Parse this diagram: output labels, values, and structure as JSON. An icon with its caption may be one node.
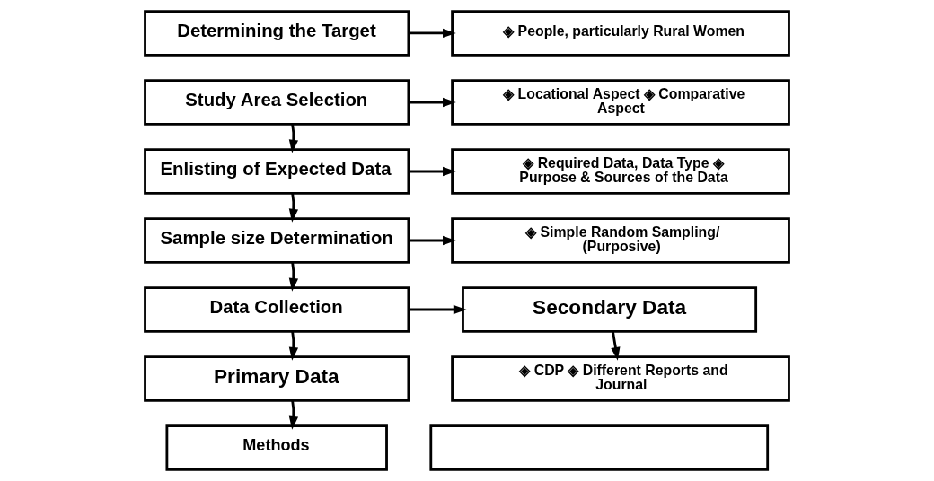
{
  "diagram": {
    "nodes": [
      {
        "text": [
          "Determining the Target"
        ]
      },
      {
        "text": [
          "◈ People, particularly Rural Women"
        ]
      },
      {
        "text": [
          "Study Area Selection"
        ]
      },
      {
        "text": [
          "◈ Locational Aspect ◈ Comparative Aspect"
        ]
      },
      {
        "text": [
          "Enlisting of Expected Data"
        ]
      },
      {
        "text": [
          "◈ Required Data, Data Type ◈ Purpose & Sources of the Data"
        ]
      },
      {
        "text": [
          "Sample size Determination"
        ]
      },
      {
        "text": [
          "◈ Simple Random Sampling/ (Purposive)"
        ]
      },
      {
        "text": [
          "Data Collection"
        ]
      },
      {
        "text": [
          "Secondary Data"
        ]
      },
      {
        "text": [
          "Primary Data"
        ]
      },
      {
        "text": [
          "◈ CDP ◈ Different Reports and Journal"
        ]
      },
      {
        "text": [
          "Methods"
        ]
      },
      {
        "text": [],
        "shape": "box"
      }
    ],
    "edges": [
      {
        "from": 0,
        "to": 1,
        "arrow": "to"
      },
      {
        "from": 2,
        "to": 3,
        "arrow": "to"
      },
      {
        "from": 2,
        "to": 4,
        "arrow": "to"
      },
      {
        "from": 4,
        "to": 5,
        "arrow": "to"
      },
      {
        "from": 4,
        "to": 6,
        "arrow": "to"
      },
      {
        "from": 6,
        "to": 7,
        "arrow": "to"
      },
      {
        "from": 6,
        "to": 8,
        "arrow": "to"
      },
      {
        "from": 8,
        "to": 9,
        "arrow": "to"
      },
      {
        "from": 8,
        "to": 10,
        "arrow": "to"
      },
      {
        "from": 9,
        "to": 11,
        "arrow": "to"
      },
      {
        "from": 10,
        "to": 12,
        "arrow": "to"
      }
    ]
  }
}
